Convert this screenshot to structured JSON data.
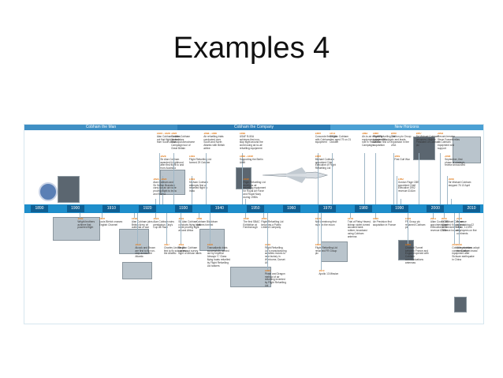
{
  "title": "Examples 4",
  "timeline": {
    "eras": [
      "Cobham the Man",
      "Cobham the Company",
      "New Horizons"
    ],
    "years": [
      "1890",
      "1900",
      "1910",
      "1920",
      "1930",
      "1940",
      "1950",
      "1960",
      "1970",
      "1980",
      "1990",
      "2000",
      "2010"
    ],
    "events_top": [
      {
        "year": "1925 - 1926",
        "text": "Alan Cobham carries out first flight to and from South Africa"
      },
      {
        "year": "1926",
        "text": "Sir Alan Cobham awarded Knighthood after first flight to and from Australia"
      },
      {
        "year": "1924 - 1925",
        "text": "Alan Cobham and Sir Sefton Brancker carry out an air route proving flight to India and Burma"
      },
      {
        "year": "1929",
        "text": "Sir Alan Cobham Undertakes Municipal Aerodrome Campaign tour of Great Britain"
      },
      {
        "year": "1934",
        "text": "Flight Refuelling Ltd formed 29 October"
      },
      {
        "year": "1934",
        "text": "Sir Alan Cobham attempts first air refuelled flight to India"
      },
      {
        "year": "1938 - 1940",
        "text": "Air refuelling trials conducted over South and North Atlantic with British airline"
      },
      {
        "year": "1948",
        "text": "USAF B-50A achieves first non-stop flight around the world using air-to-air refuelling equipment"
      },
      {
        "year": "1948 - 1949",
        "text": "Supporting the Berlin Airlift"
      },
      {
        "year": "1949",
        "text": "Flight Refuelling Ltd develops air refuelling equipment for Royal Air Force and Royal Navy during 1950s"
      },
      {
        "year": "1969",
        "text": "Concorde first flight with Cobham equipment"
      },
      {
        "year": "1969",
        "text": "Michael Cobham appointed Chief Executive of Flight Refuelling Ltd"
      },
      {
        "year": "1973",
        "text": "Sir Alan Cobham dies aged 79 on 21 October"
      },
      {
        "year": "1982",
        "text": "Air-to-air refuelling equipment plays vital role in Falklands Campaign"
      },
      {
        "year": "1985",
        "text": "Flight Refuelling Ltd acquires Stanley Aviation first US acquisition"
      },
      {
        "year": "1990",
        "text": "Chelton plc Group plc and leads expansion in the USA"
      },
      {
        "year": "1991",
        "text": "First Gulf War"
      },
      {
        "year": "1992",
        "text": "Gordon Page CBE appointed Chief Executive 1992 revenue £161m"
      },
      {
        "year": "1994",
        "text": "Cobham supports NATO forces in Bosnian War"
      },
      {
        "year": "1997",
        "text": "Sir Michael Cobham becomes Lifetime President of Cobham plc"
      },
      {
        "year": "2003",
        "text": "Record-breaker Steve Fossett relies on Cobham equipment and support"
      },
      {
        "year": "2005",
        "text": "September, first phase of strategic review announced"
      },
      {
        "year": "2006",
        "text": "Sir Michael Cobham stepped 76 13 April"
      },
      {
        "year": "2007",
        "text": "December, second phase of strategic review implemented"
      }
    ],
    "events_bottom": [
      {
        "year": "1903",
        "text": "Wright brothers achieve first powered flight"
      },
      {
        "year": "1909",
        "text": "Louis Blériot crosses English Channel"
      },
      {
        "year": "1918",
        "text": "Alan Cobham joins British Army on outbreak of war"
      },
      {
        "year": "1919",
        "text": "Alcock and Brown are first to fly non-stop across the Atlantic"
      },
      {
        "year": "1924",
        "text": "Alan Cobham wins prestigious King's Cup Air Race"
      },
      {
        "year": "1927",
        "text": "Charles Lindbergh first to fly solo across the Atlantic"
      },
      {
        "year": "1931",
        "text": "Sir Alan Cobham conducts flying boat route proving flight around Africa"
      },
      {
        "year": "1931",
        "text": "Sir Alan Cobham carries out survey flight of African lakes"
      },
      {
        "year": "1936",
        "text": "Cobham Blackburn Airlines formed"
      },
      {
        "year": "1939",
        "text": "Transatlantic trials successfully carried out by Imperial Airways 'C' Class flying boats refuelled by Flight Refuelling Ltd tankers"
      },
      {
        "year": "1949",
        "text": "The first SBAC Exhibition at Farnborough"
      },
      {
        "year": "1954",
        "text": "Flight Refuelling Ltd becomes a Public Limited Company"
      },
      {
        "year": "1955",
        "text": "Flight Refuelling Ltd's manufacturing activities moves to new factory in Wimborne, Dorset UK"
      },
      {
        "year": "1955",
        "text": "Pirate and Dragon method of air refuelling invented by Flight Refuelling Ltd"
      },
      {
        "year": "1969",
        "text": "Neil Armstrong first man on the moon"
      },
      {
        "year": "1969",
        "text": "Flight Refuelling Ltd renamed FR Group plc"
      },
      {
        "year": "1970",
        "text": "Apollo 13 Mission"
      },
      {
        "year": "1978",
        "text": "Trial of Patsy Hearst, kidnap victim turned accused bank robber, broadcast using Cobham antenna"
      },
      {
        "year": "1985",
        "text": "Air Precision first acquisition in France"
      },
      {
        "year": "1994",
        "text": "FR Group plc renamed Cobham plc"
      },
      {
        "year": "1994",
        "text": "Channel Tunnel between France and England opened with Cobham communications antennas"
      },
      {
        "year": "2001",
        "text": "Allan Cook CBE appointed Chief Executive 2001 revenue £722m"
      },
      {
        "year": "2004",
        "text": "Sir Michael Cobham awarded Knighthood for Services to the Defence Industry"
      },
      {
        "year": "2007",
        "text": "Cobham provides communication equipment after Sichuan earthquake in China"
      },
      {
        "year": "2009",
        "text": "Revenue approaching £2 billion, 12,000 employees on five continents"
      },
      {
        "year": "2010",
        "text": "All businesses adopt the Cobham brand"
      }
    ]
  }
}
